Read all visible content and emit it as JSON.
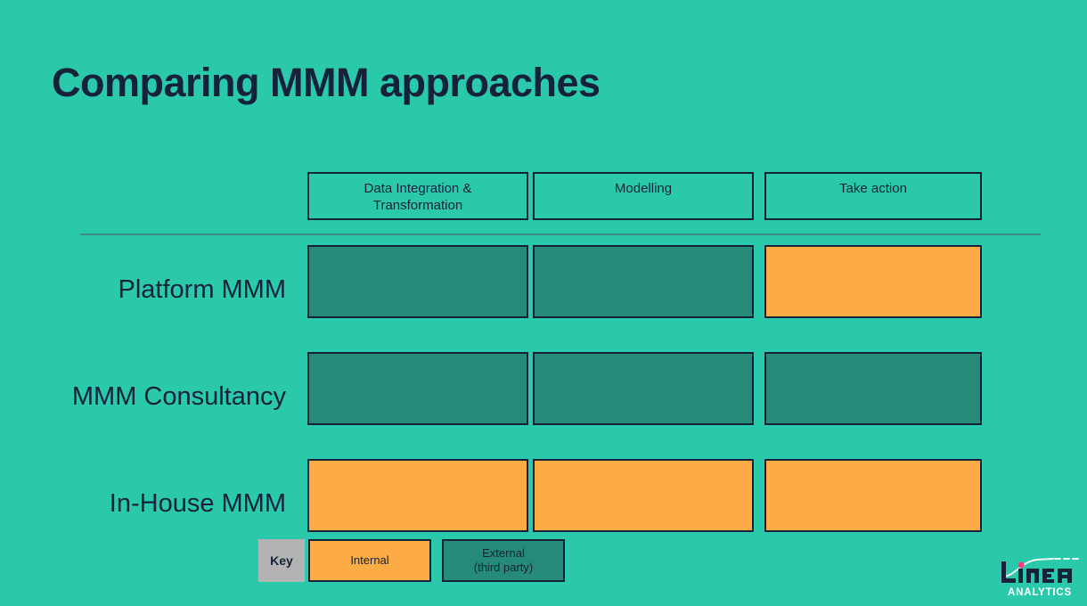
{
  "slide": {
    "title": "Comparing MMM approaches",
    "background_color": "#2bc9ab",
    "text_color": "#152238"
  },
  "matrix": {
    "column_headers": [
      "Data Integration & Transformation",
      "Modelling",
      "Take action"
    ],
    "column_headers_lines": [
      [
        "Data Integration &",
        "Transformation"
      ],
      [
        "Modelling"
      ],
      [
        "Take action"
      ]
    ],
    "rows": [
      {
        "label": "Platform MMM",
        "cells": [
          "external",
          "external",
          "internal"
        ]
      },
      {
        "label": "MMM Consultancy",
        "cells": [
          "external",
          "external",
          "external"
        ]
      },
      {
        "label": "In-House MMM",
        "cells": [
          "internal",
          "internal",
          "internal"
        ]
      }
    ]
  },
  "legend": {
    "key_label": "Key",
    "internal_label": "Internal",
    "external_label_line1": "External",
    "external_label_line2": "(third party)",
    "internal_color": "#fcab45",
    "external_color": "#268a79",
    "key_color": "#b3b3b3"
  },
  "logo": {
    "wordmark": "Linea",
    "subtitle": "ANALYTICS",
    "accent_dot_color": "#ff3b82",
    "wordmark_color": "#152238",
    "subtitle_color": "#ffffff"
  }
}
